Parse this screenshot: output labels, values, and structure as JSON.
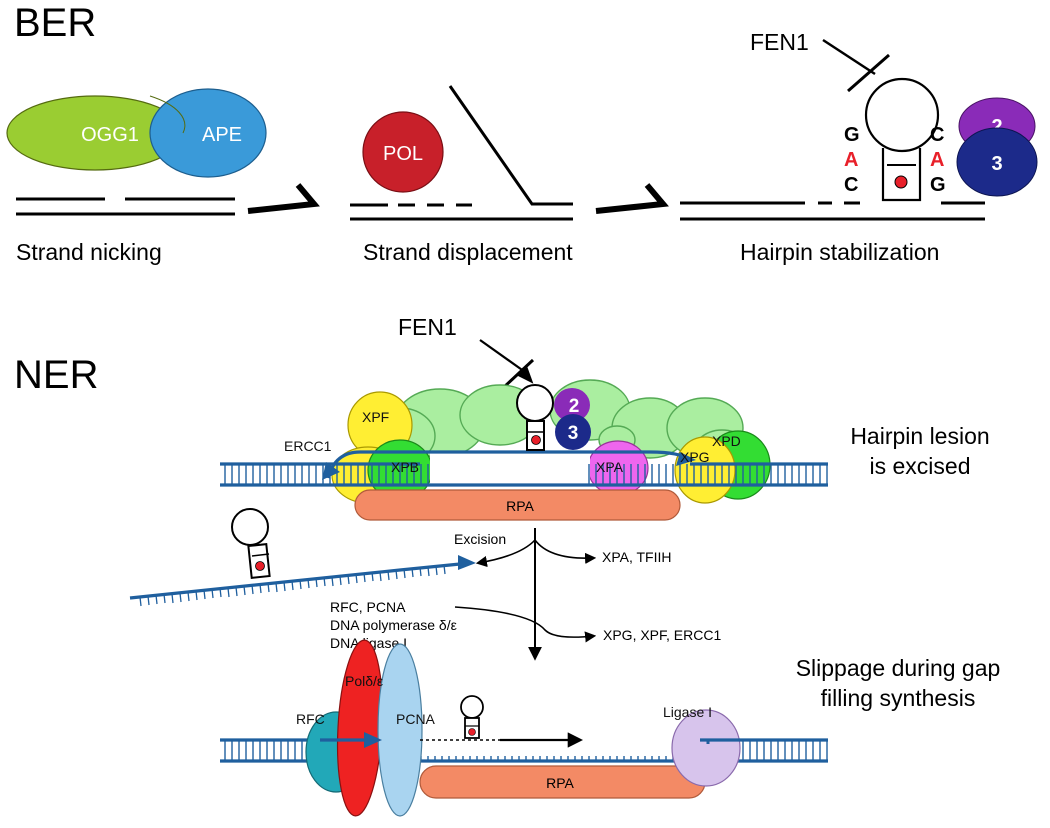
{
  "ber": {
    "section": "BER",
    "steps": [
      "Strand nicking",
      "Strand displacement",
      "Hairpin stabilization"
    ],
    "enzymes": {
      "ogg1": "OGG1",
      "ape": "APE",
      "pol": "POL",
      "fen1": "FEN1"
    },
    "hairpin_left": [
      "G",
      "A",
      "C"
    ],
    "hairpin_right": [
      "C",
      "A",
      "G"
    ],
    "badges": [
      "2",
      "3"
    ]
  },
  "ner": {
    "section": "NER",
    "fen1": "FEN1",
    "badges": [
      "2",
      "3"
    ],
    "complex": {
      "xpf": "XPF",
      "ercc1": "ERCC1",
      "xpb": "XPB",
      "xpa": "XPA",
      "xpg": "XPG",
      "xpd": "XPD",
      "rpa": "RPA"
    },
    "notes": {
      "excised_line1": "Hairpin lesion",
      "excised_line2": "is excised",
      "slippage_line1": "Slippage during gap",
      "slippage_line2": "filling synthesis"
    },
    "excision": "Excision",
    "released_1": "XPA, TFIIH",
    "recruited": [
      "RFC, PCNA",
      "DNA polymerase δ/ε",
      "DNA ligase I"
    ],
    "released_2": "XPG, XPF, ERCC1",
    "synthesis": {
      "rfc": "RFC",
      "pol": "Polδ/ε",
      "pcna": "PCNA",
      "ligase": "Ligase I",
      "rpa": "RPA"
    }
  },
  "colors": {
    "dna": "#1f5f9e",
    "ogg1": "#9acd32",
    "ape": "#3a9ad9",
    "pol": "#c8202a",
    "purple": "#8a2bb8",
    "navy": "#1c2a8a",
    "xpf": "#ffee33",
    "xpb": "#33dd33",
    "xpa": "#ee66ee",
    "tfiih": "#aaeea0",
    "rpa": "#f38a65",
    "pold": "#ee2222",
    "pcna": "#a9d4f0",
    "rfc": "#22a8b8",
    "ligase": "#d7c4ec",
    "red_letter": "#e8202a"
  }
}
